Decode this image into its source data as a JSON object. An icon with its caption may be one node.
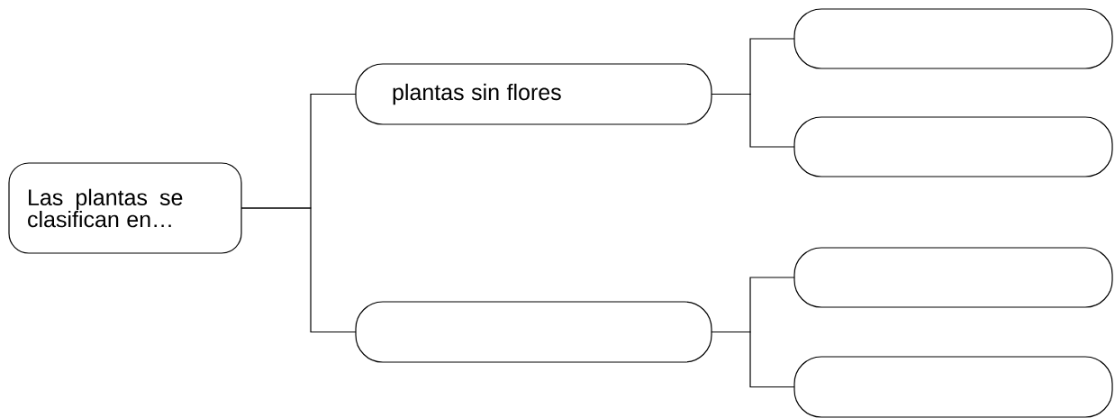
{
  "diagram": {
    "nodes": [
      {
        "text": [
          "Las plantas se clasifican en…"
        ]
      },
      {
        "text": [
          "plantas sin flores"
        ]
      },
      {
        "text": [],
        "shape": "box"
      },
      {
        "text": [],
        "shape": "box"
      },
      {
        "text": [],
        "shape": "box"
      },
      {
        "text": [],
        "shape": "box"
      },
      {
        "text": [],
        "shape": "box"
      }
    ],
    "edges": [
      {
        "from": 0,
        "to": 1,
        "arrow": "none"
      },
      {
        "from": 0,
        "to": 2,
        "arrow": "none"
      },
      {
        "from": 1,
        "to": 3,
        "arrow": "none"
      },
      {
        "from": 1,
        "to": 4,
        "arrow": "none"
      },
      {
        "from": 2,
        "to": 5,
        "arrow": "none"
      },
      {
        "from": 2,
        "to": 6,
        "arrow": "none"
      }
    ]
  }
}
